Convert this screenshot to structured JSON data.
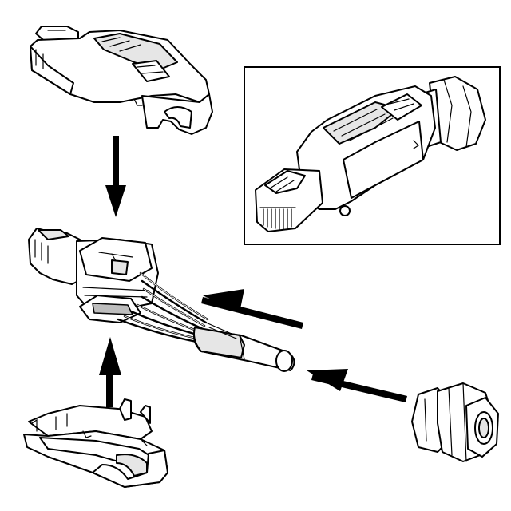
{
  "diagram": {
    "kind": "exploded-assembly",
    "parts": [
      "upper-housing",
      "contact-carrier-with-wires",
      "cable",
      "lower-housing",
      "cable-gland-nut",
      "assembled-connector"
    ],
    "arrows": [
      {
        "from": "upper-housing",
        "to": "contact-carrier-with-wires",
        "direction": "down"
      },
      {
        "from": "lower-housing",
        "to": "contact-carrier-with-wires",
        "direction": "up"
      },
      {
        "from": "cable",
        "to": "contact-carrier-with-wires",
        "direction": "left"
      },
      {
        "from": "cable-gland-nut",
        "to": "cable",
        "direction": "left"
      }
    ],
    "colors": {
      "line": "#000000",
      "fill": "#ffffff",
      "shade": "#e6e6e6",
      "dark": "#bdbdbd"
    }
  }
}
